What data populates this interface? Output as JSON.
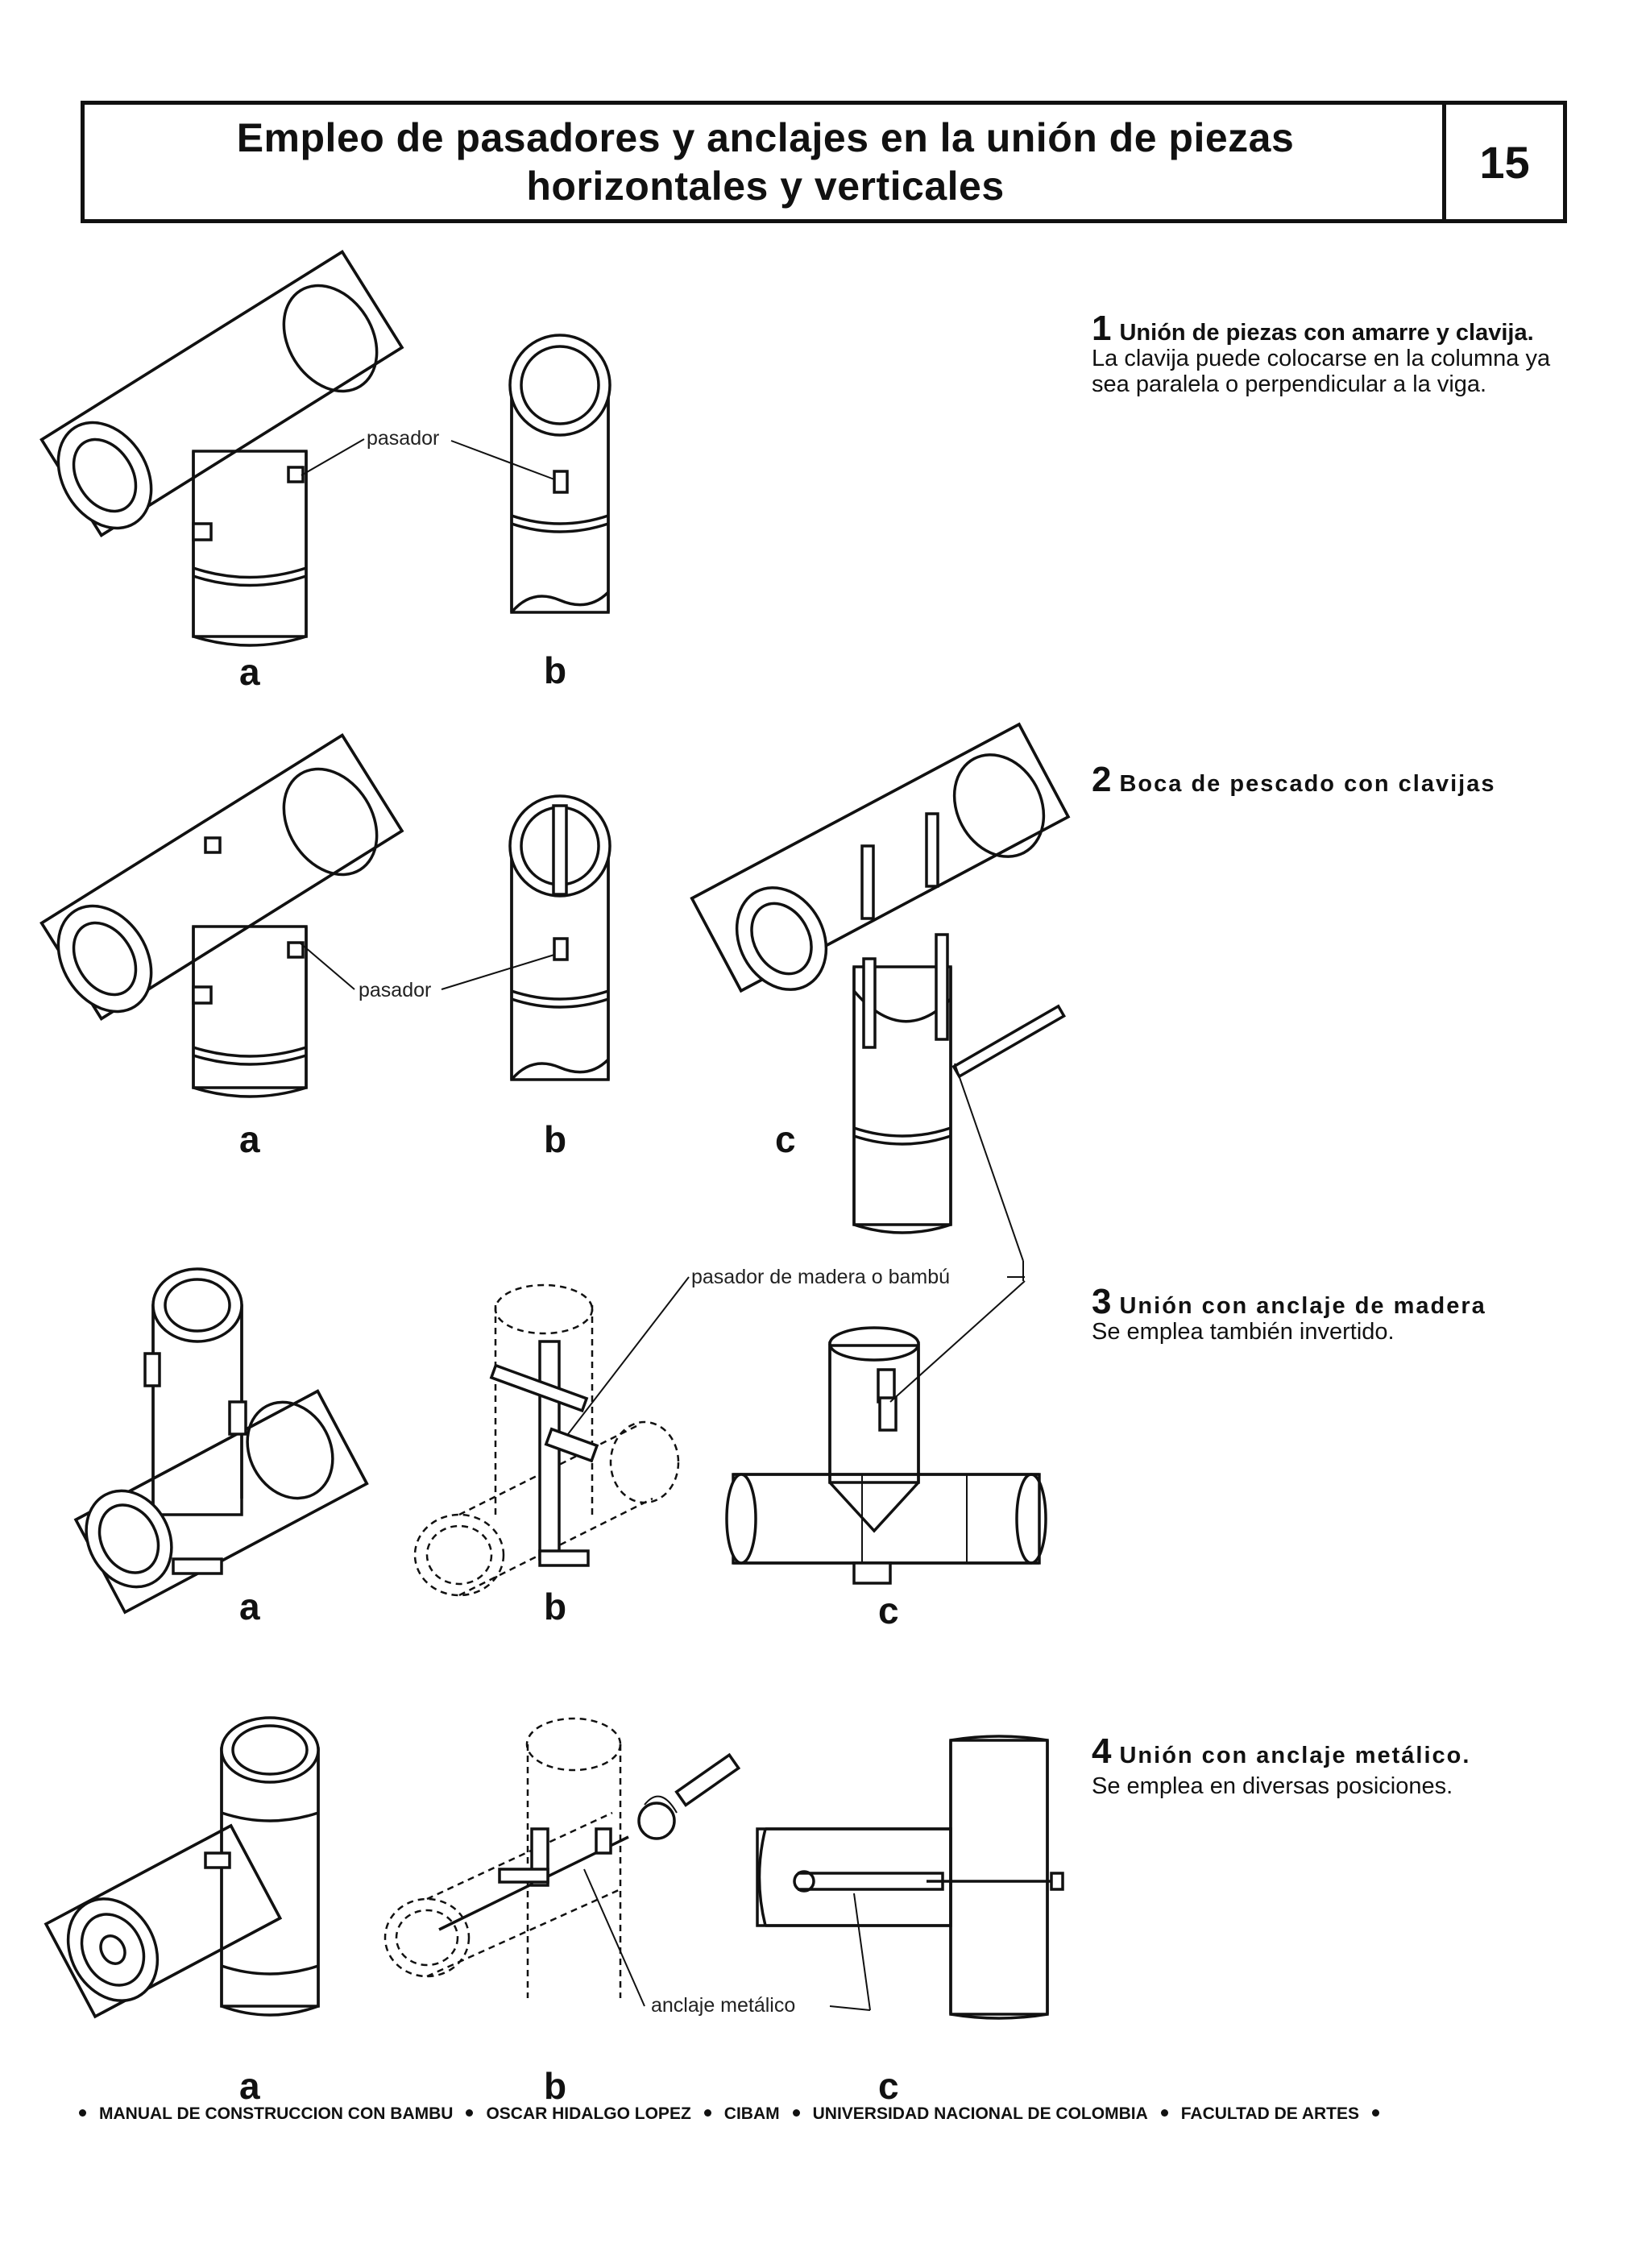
{
  "header": {
    "title_line1": "Empleo de pasadores y anclajes en la unión de piezas",
    "title_line2": "horizontales y verticales",
    "page_number": "15"
  },
  "sections": [
    {
      "number": "1",
      "heading": "Unión de piezas con amarre y clavija.",
      "body": "La clavija puede colocarse en la columna ya sea paralela o perpendicular a la viga.",
      "figures": [
        "a",
        "b"
      ],
      "callouts": [
        "pasador"
      ]
    },
    {
      "number": "2",
      "heading": "Boca de pescado con clavijas",
      "body": "",
      "figures": [
        "a",
        "b",
        "c"
      ],
      "callouts": [
        "pasador"
      ]
    },
    {
      "number": "3",
      "heading": "Unión con anclaje de madera",
      "body": "Se emplea también invertido.",
      "figures": [
        "a",
        "b",
        "c"
      ],
      "callouts": [
        "pasador de madera o bambú"
      ]
    },
    {
      "number": "4",
      "heading": "Unión con anclaje metálico.",
      "body": "Se emplea en diversas posiciones.",
      "figures": [
        "a",
        "b",
        "c"
      ],
      "callouts": [
        "anclaje metálico"
      ]
    }
  ],
  "footer": {
    "items": [
      "MANUAL DE CONSTRUCCION CON BAMBU",
      "OSCAR HIDALGO LOPEZ",
      "CIBAM",
      "UNIVERSIDAD NACIONAL DE COLOMBIA",
      "FACULTAD DE ARTES"
    ]
  }
}
